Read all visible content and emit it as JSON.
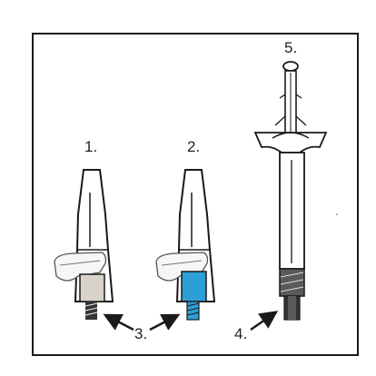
{
  "labels": {
    "one": "1.",
    "two": "2.",
    "three": "3.",
    "four": "4.",
    "five": "5."
  },
  "colors": {
    "outline": "#1a1a1a",
    "pale_hub": "#d9d3cb",
    "blue_hub": "#2e9fd6",
    "dark_hub": "#5a5a5a",
    "thread": "#333333"
  }
}
